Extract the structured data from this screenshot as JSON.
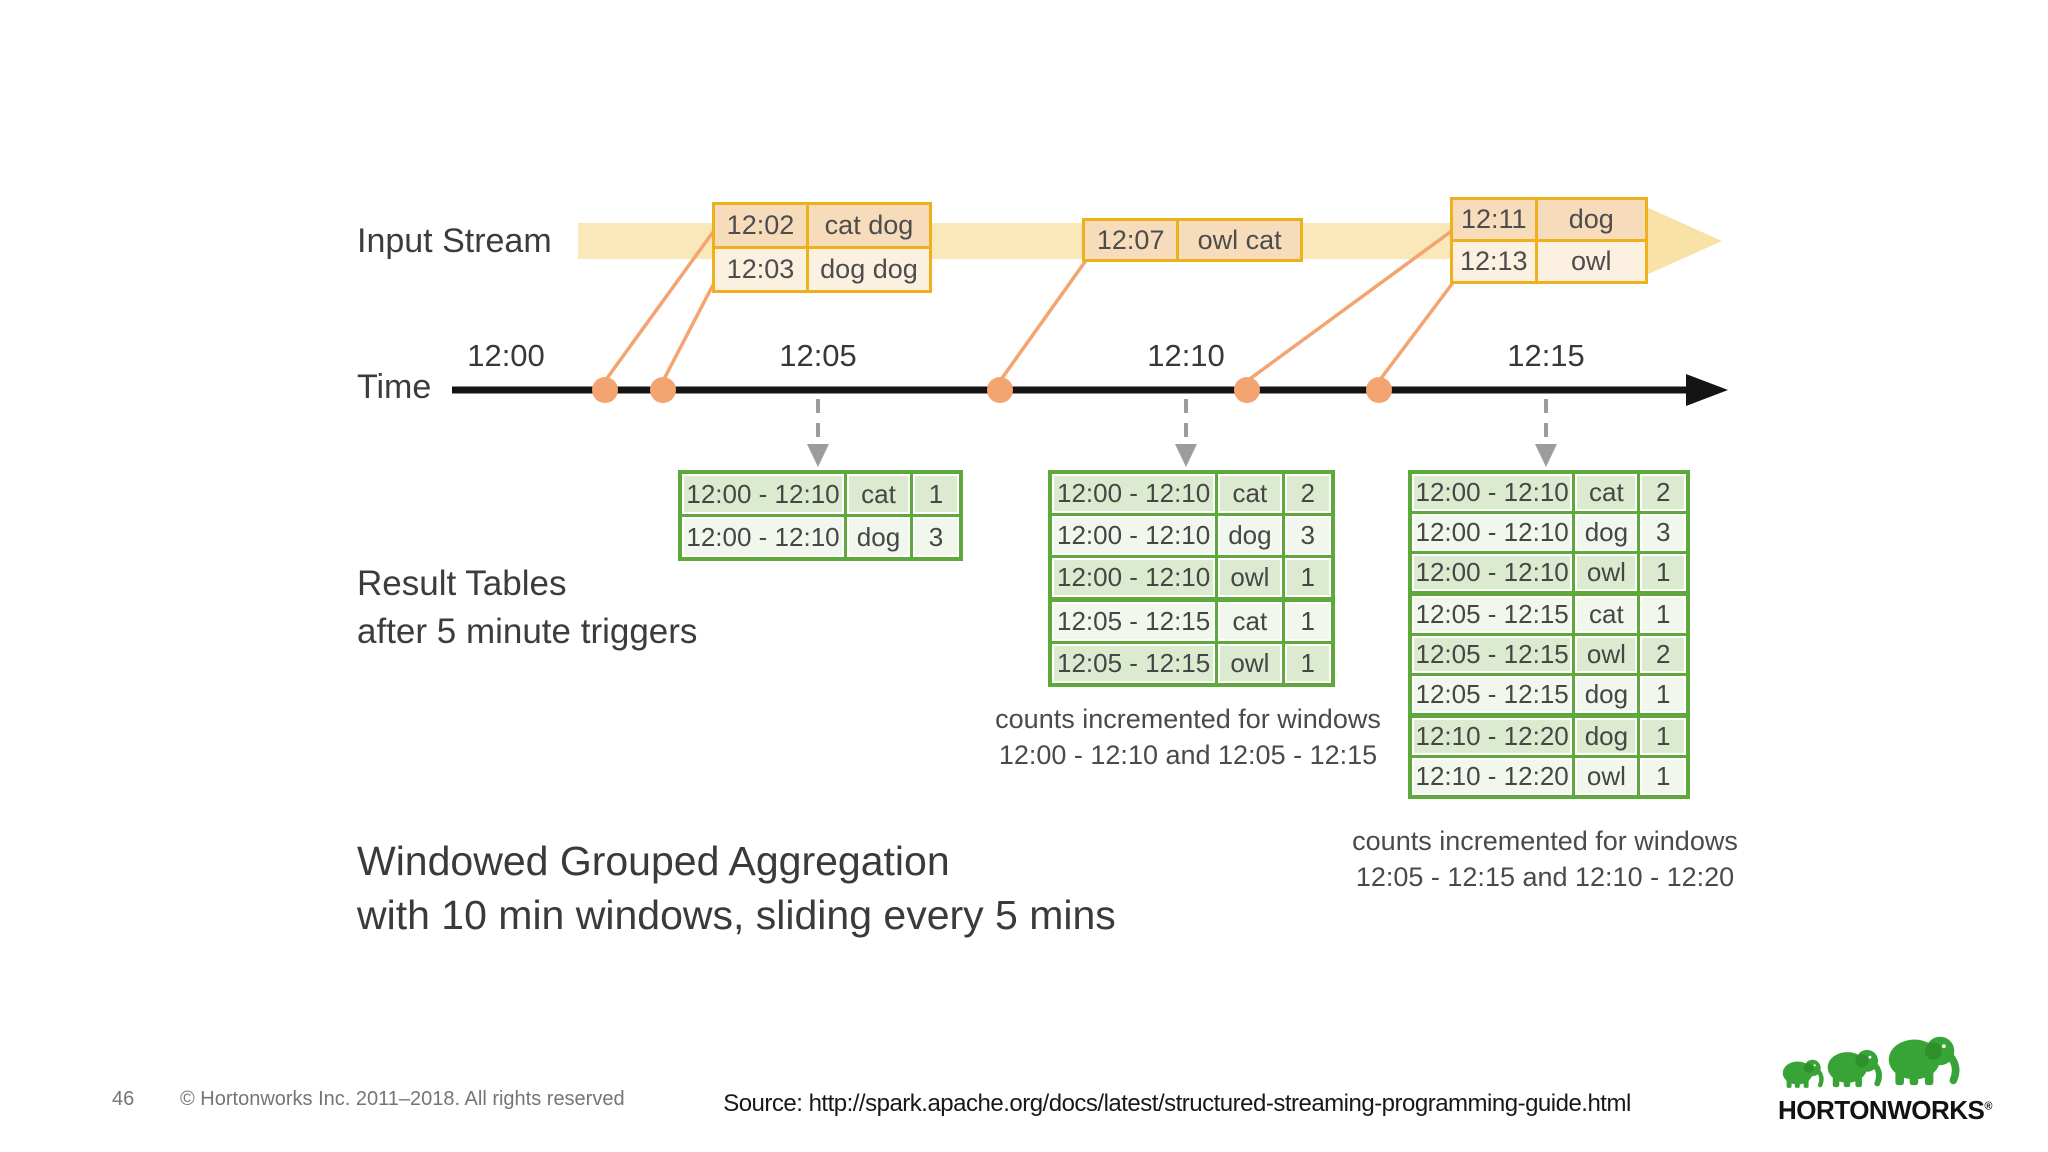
{
  "labels": {
    "input_stream": "Input Stream",
    "time": "Time",
    "result_tables_line1": "Result Tables",
    "result_tables_line2": "after 5 minute triggers",
    "title_line1": "Windowed Grouped Aggregation",
    "title_line2": "with 10 min windows, sliding every 5 mins"
  },
  "timeline": {
    "ticks": [
      "12:00",
      "12:05",
      "12:10",
      "12:15"
    ]
  },
  "input_events": [
    {
      "rows": [
        [
          "12:02",
          "cat dog"
        ],
        [
          "12:03",
          "dog dog"
        ]
      ]
    },
    {
      "rows": [
        [
          "12:07",
          "owl cat"
        ]
      ]
    },
    {
      "rows": [
        [
          "12:11",
          "dog"
        ],
        [
          "12:13",
          "owl"
        ]
      ]
    }
  ],
  "result_tables": [
    {
      "rows": [
        [
          "12:00 - 12:10",
          "cat",
          "1"
        ],
        [
          "12:00 - 12:10",
          "dog",
          "3"
        ]
      ]
    },
    {
      "rows": [
        [
          "12:00 - 12:10",
          "cat",
          "2"
        ],
        [
          "12:00 - 12:10",
          "dog",
          "3"
        ],
        [
          "12:00 - 12:10",
          "owl",
          "1"
        ],
        [
          "12:05 - 12:15",
          "cat",
          "1"
        ],
        [
          "12:05 - 12:15",
          "owl",
          "1"
        ]
      ],
      "note_line1": "counts incremented for windows",
      "note_line2": "12:00 - 12:10 and 12:05 - 12:15"
    },
    {
      "rows": [
        [
          "12:00 - 12:10",
          "cat",
          "2"
        ],
        [
          "12:00 - 12:10",
          "dog",
          "3"
        ],
        [
          "12:00 - 12:10",
          "owl",
          "1"
        ],
        [
          "12:05 - 12:15",
          "cat",
          "1"
        ],
        [
          "12:05 - 12:15",
          "owl",
          "2"
        ],
        [
          "12:05 - 12:15",
          "dog",
          "1"
        ],
        [
          "12:10 - 12:20",
          "dog",
          "1"
        ],
        [
          "12:10 - 12:20",
          "owl",
          "1"
        ]
      ],
      "note_line1": "counts incremented for windows",
      "note_line2": "12:05 - 12:15 and 12:10 - 12:20"
    }
  ],
  "footer": {
    "page_number": "46",
    "copyright": "© Hortonworks Inc. 2011–2018. All rights reserved",
    "source": "Source: http://spark.apache.org/docs/latest/structured-streaming-programming-guide.html",
    "logo_text": "HORTONWORKS",
    "logo_registered": "®"
  },
  "colors": {
    "band_yellow": "#fae8ba",
    "accent_gold": "#efb01d",
    "accent_salmon": "#f4a470",
    "accent_green": "#5fa93c",
    "row_green_dark": "#dcebd0",
    "row_green_light": "#f1f7ed",
    "logo_green": "#38a336"
  }
}
